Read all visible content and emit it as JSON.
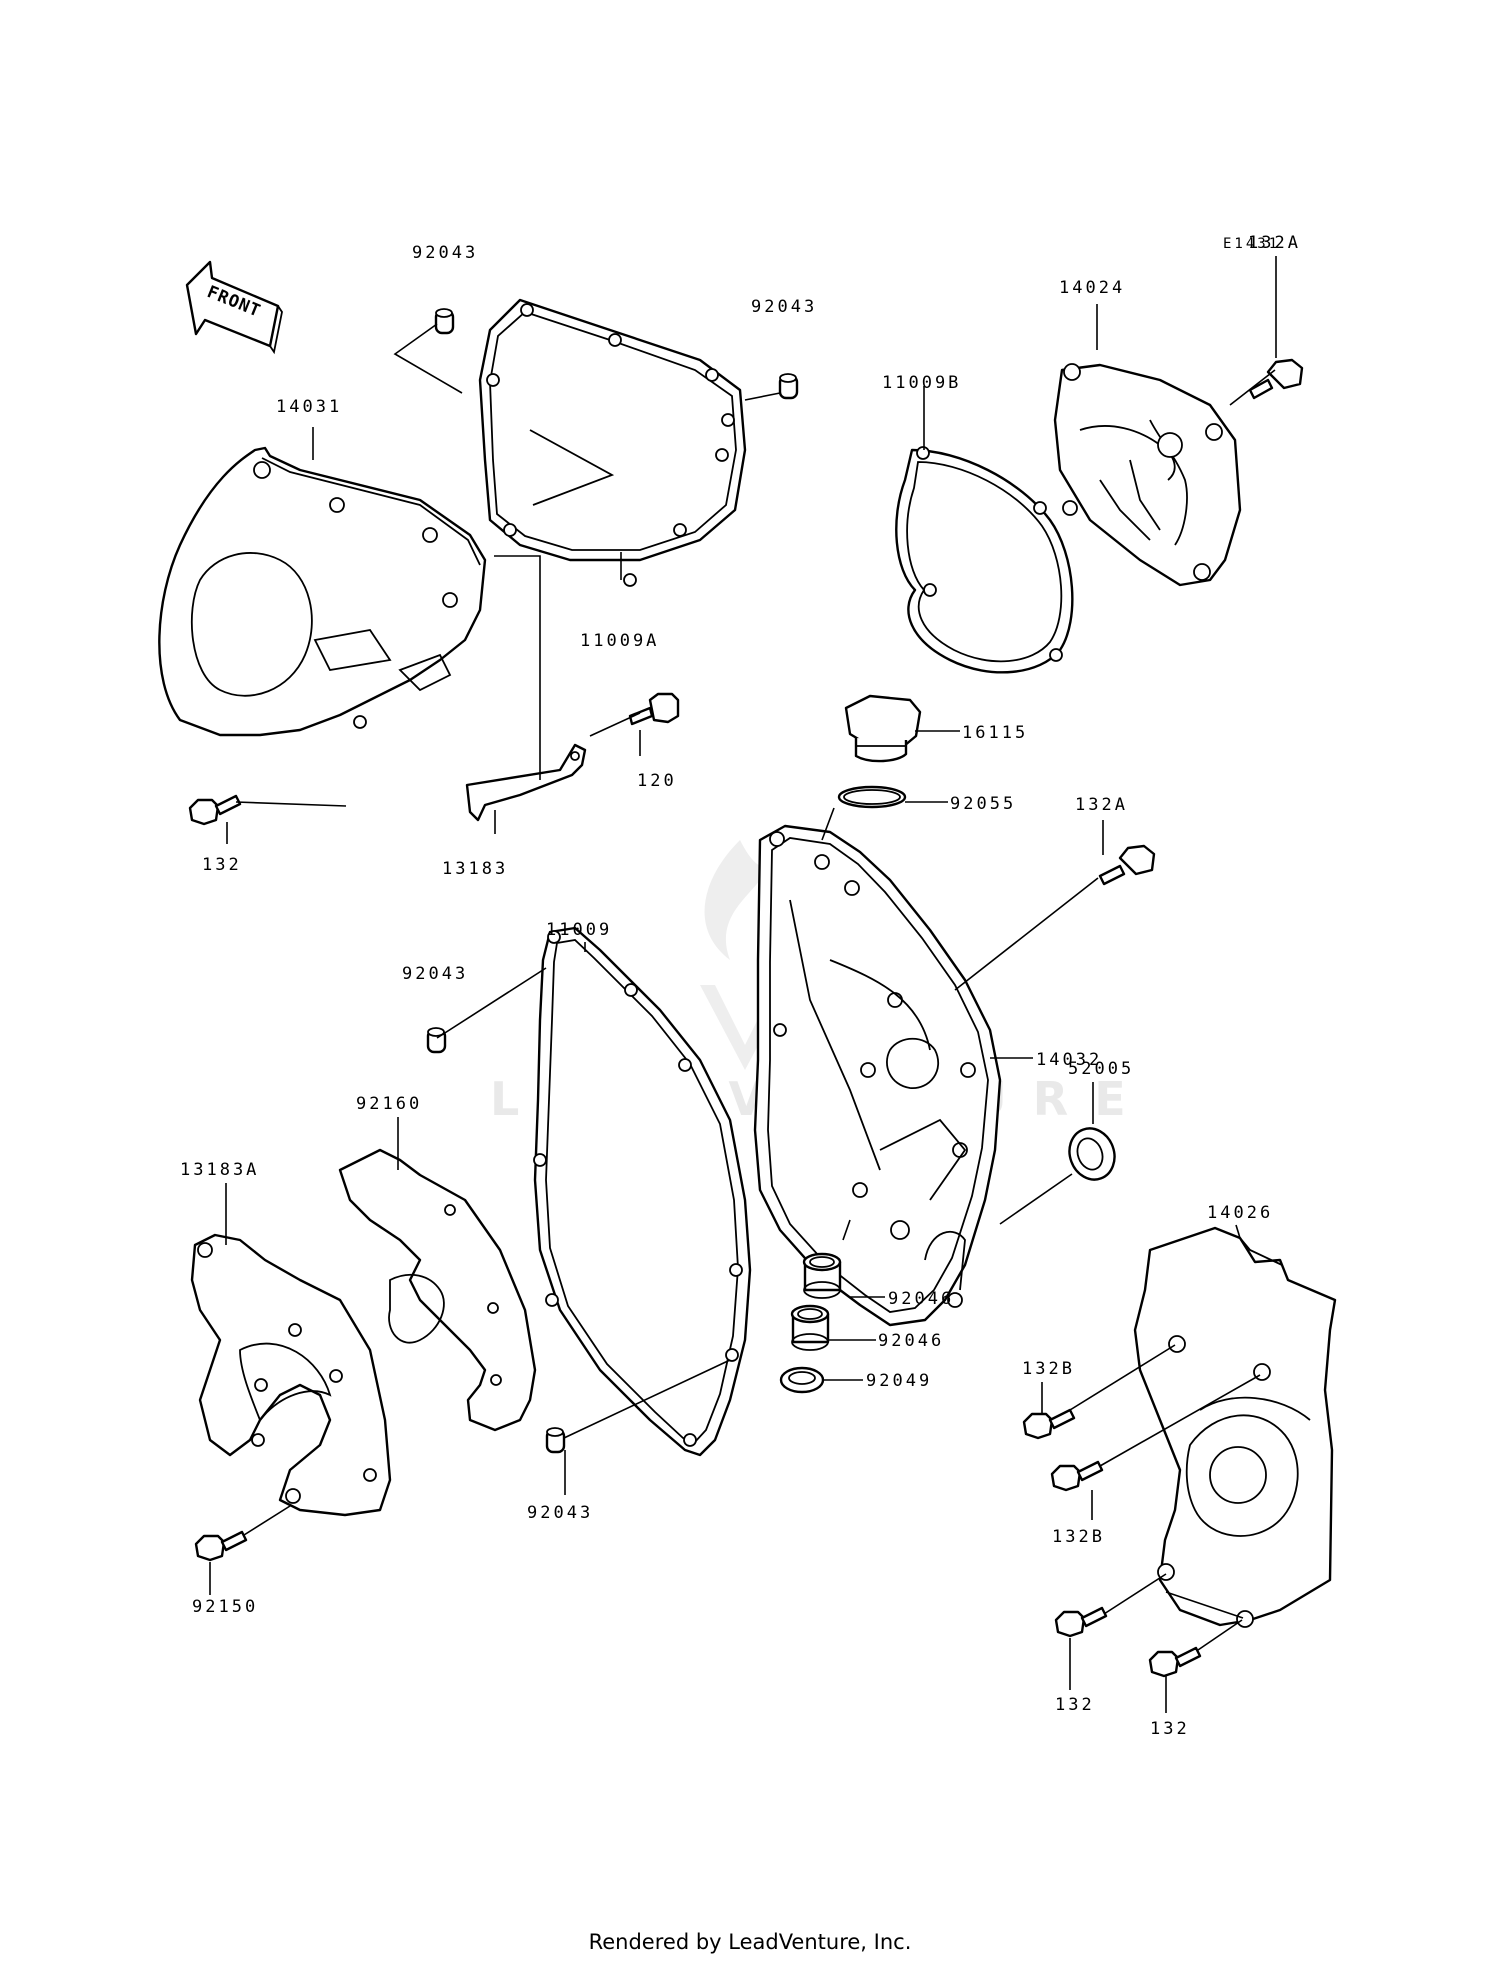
{
  "diagram_code": "E1431",
  "front_arrow_label": "FRONT",
  "watermark": "LEADVENTURE",
  "footer": "Rendered by LeadVenture, Inc.",
  "callouts": [
    {
      "id": "c-92043-top-left",
      "text": "92043"
    },
    {
      "id": "c-92043-top-right",
      "text": "92043"
    },
    {
      "id": "c-14031",
      "text": "14031"
    },
    {
      "id": "c-11009A",
      "text": "11009A"
    },
    {
      "id": "c-11009B",
      "text": "11009B"
    },
    {
      "id": "c-14024",
      "text": "14024"
    },
    {
      "id": "c-132A-top",
      "text": "132A"
    },
    {
      "id": "c-16115",
      "text": "16115"
    },
    {
      "id": "c-92055",
      "text": "92055"
    },
    {
      "id": "c-132A-mid",
      "text": "132A"
    },
    {
      "id": "c-120",
      "text": "120"
    },
    {
      "id": "c-132-left",
      "text": "132"
    },
    {
      "id": "c-13183",
      "text": "13183"
    },
    {
      "id": "c-11009",
      "text": "11009"
    },
    {
      "id": "c-92043-mid",
      "text": "92043"
    },
    {
      "id": "c-14032",
      "text": "14032"
    },
    {
      "id": "c-52005",
      "text": "52005"
    },
    {
      "id": "c-92160",
      "text": "92160"
    },
    {
      "id": "c-13183A",
      "text": "13183A"
    },
    {
      "id": "c-14026",
      "text": "14026"
    },
    {
      "id": "c-132B-upper",
      "text": "132B"
    },
    {
      "id": "c-92046-upper",
      "text": "92046"
    },
    {
      "id": "c-92046-lower",
      "text": "92046"
    },
    {
      "id": "c-92049",
      "text": "92049"
    },
    {
      "id": "c-132B-lower",
      "text": "132B"
    },
    {
      "id": "c-92043-bottom",
      "text": "92043"
    },
    {
      "id": "c-92150",
      "text": "92150"
    },
    {
      "id": "c-132-bottom-left",
      "text": "132"
    },
    {
      "id": "c-132-bottom-right",
      "text": "132"
    }
  ]
}
